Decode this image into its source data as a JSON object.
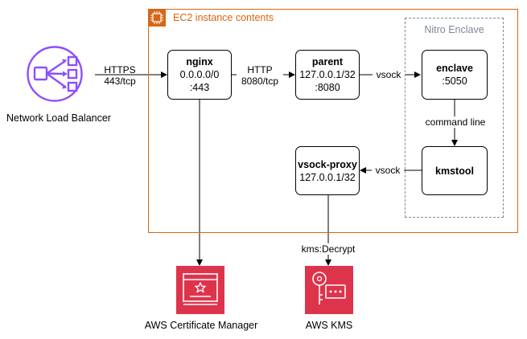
{
  "groups": {
    "ec2_title": "EC2 instance contents",
    "enclave_title": "Nitro Enclave"
  },
  "nodes": {
    "nginx": {
      "title": "nginx",
      "line1": "0.0.0.0/0",
      "line2": ":443"
    },
    "parent": {
      "title": "parent",
      "line1": "127.0.0.1/32",
      "line2": ":8080"
    },
    "enclave": {
      "title": "enclave",
      "line1": ":5050"
    },
    "kmstool": {
      "title": "kmstool"
    },
    "vsock_proxy": {
      "title": "vsock-proxy",
      "line1": "127.0.0.1/32"
    }
  },
  "edges": {
    "nlb_nginx": {
      "line1": "HTTPS",
      "line2": "443/tcp"
    },
    "nginx_parent": {
      "line1": "HTTP",
      "line2": "8080/tcp"
    },
    "parent_enclave": "vsock",
    "enclave_kmstool": "command line",
    "kmstool_proxy": "vsock",
    "proxy_kms": "kms:Decrypt"
  },
  "services": {
    "nlb": "Network Load Balancer",
    "acm": "AWS Certificate Manager",
    "kms": "AWS KMS"
  },
  "colors": {
    "ec2_orange": "#d86613",
    "nlb_purple": "#8c4fff",
    "security_red": "#dd344c",
    "group_gray": "#7d8998"
  }
}
